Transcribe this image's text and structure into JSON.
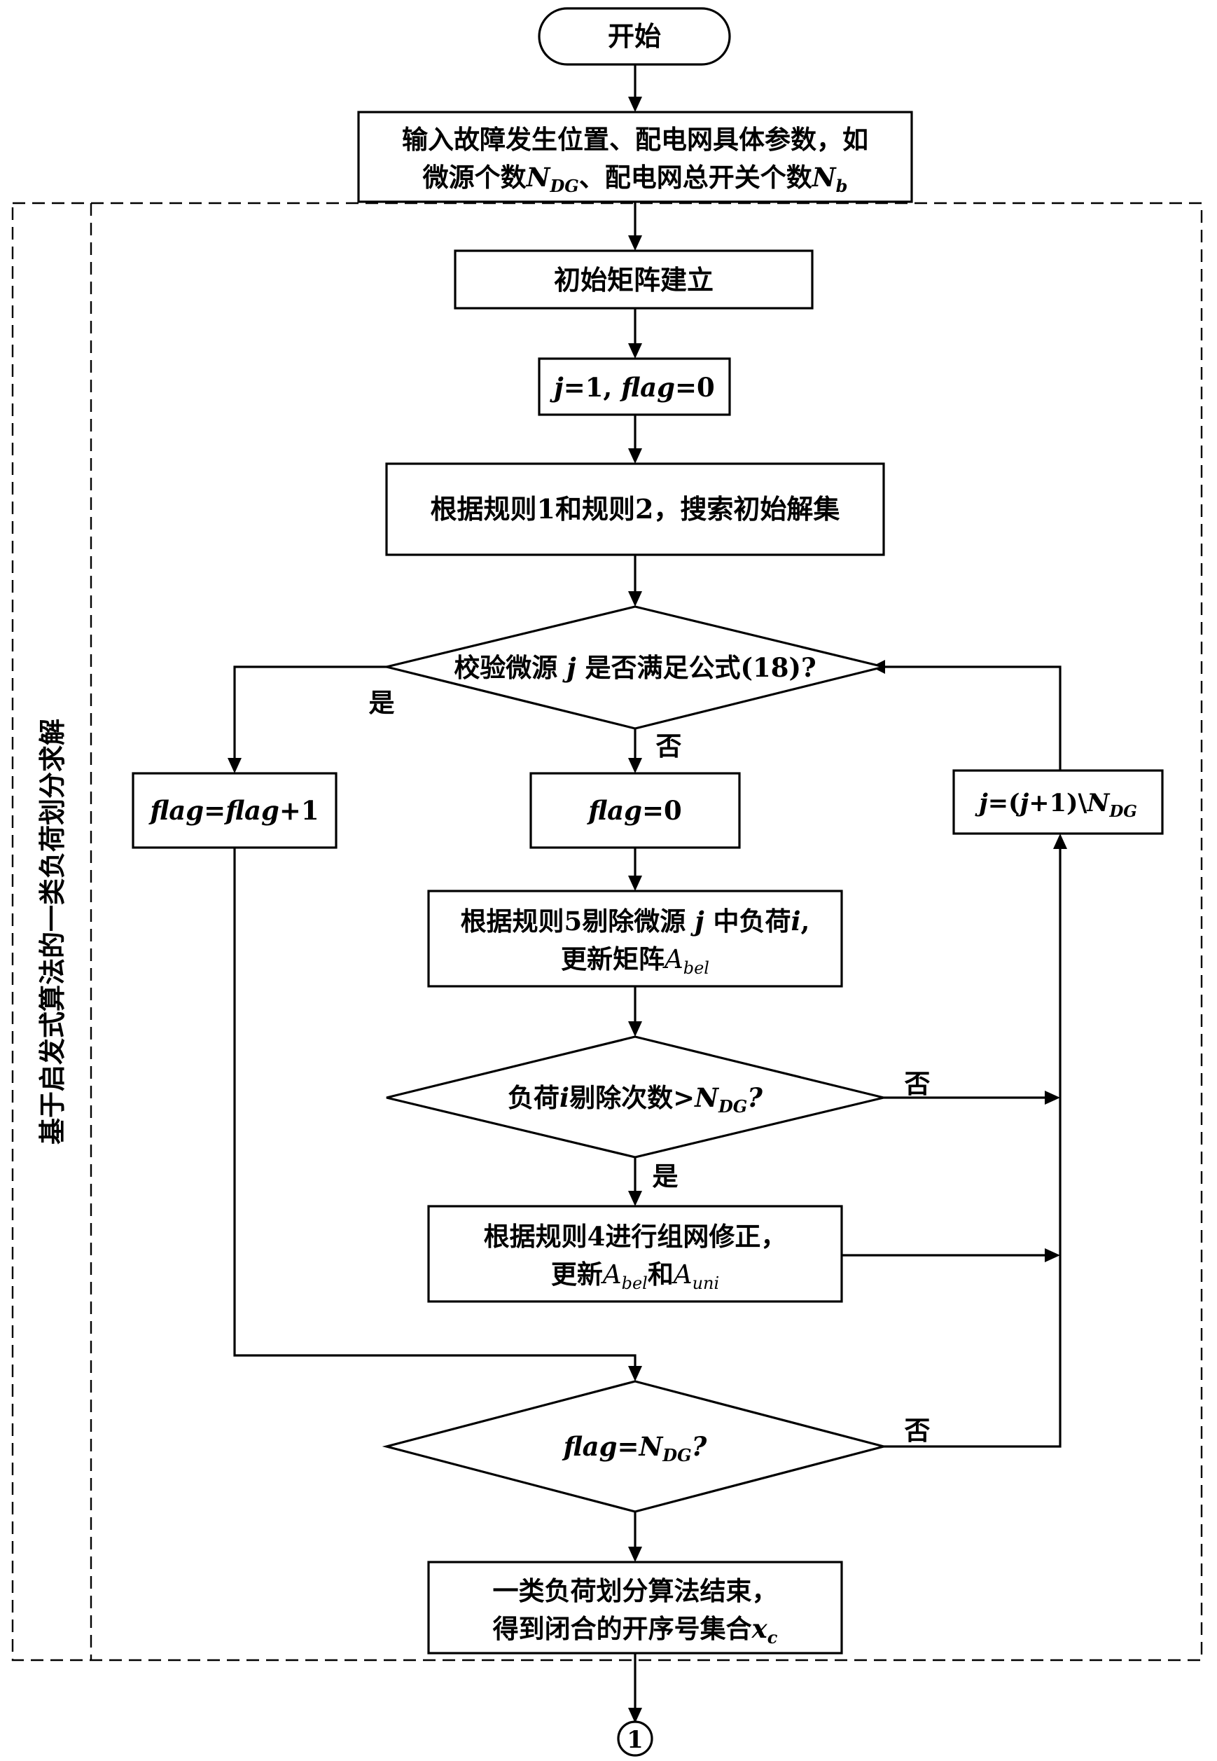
{
  "nodes": {
    "start": {
      "text": "开始"
    },
    "input": {
      "line1": "输入故障发生位置、配电网具体参数，如",
      "line2_a": "微源个数",
      "line2_b": "N",
      "line2_c": "DG",
      "line2_d": "、配电网总开关个数",
      "line2_e": "N",
      "line2_f": "b"
    },
    "init_matrix": {
      "text": "初始矩阵建立"
    },
    "init_vars": {
      "a": "j",
      "b": "=1, ",
      "c": "flag",
      "d": "=0"
    },
    "search": {
      "text": "根据规则1和规则2，搜索初始解集"
    },
    "check": {
      "a": "校验微源 ",
      "b": "j",
      "c": " 是否满足公式(18)?"
    },
    "flag_inc": {
      "a": "flag",
      "b": "=",
      "c": "flag",
      "d": "+1"
    },
    "flag_zero": {
      "a": "flag",
      "b": "=0"
    },
    "j_update": {
      "a": "j",
      "b": "=(",
      "c": "j",
      "d": "+1)\\",
      "e": "N",
      "f": "DG"
    },
    "remove": {
      "line1_a": "根据规则5剔除微源 ",
      "line1_b": "j",
      "line1_c": " 中负荷",
      "line1_d": "i",
      "line1_e": ",",
      "line2_a": "更新矩阵",
      "line2_b": "A",
      "line2_c": "bel"
    },
    "count_check": {
      "a": "负荷",
      "b": "i",
      "c": "剔除次数>",
      "d": "N",
      "e": "DG",
      "f": "?"
    },
    "rule4": {
      "line1": "根据规则4进行组网修正，",
      "line2_a": "更新",
      "line2_b": "A",
      "line2_c": "bel",
      "line2_d": "和",
      "line2_e": "A",
      "line2_f": "uni"
    },
    "flag_check": {
      "a": "flag",
      "b": "=",
      "c": "N",
      "d": "DG",
      "e": "?"
    },
    "end": {
      "line1": "一类负荷划分算法结束，",
      "line2_a": "得到闭合的开序号集合",
      "line2_b": "x",
      "line2_c": "c"
    },
    "connector": {
      "text": "1"
    }
  },
  "edge_labels": {
    "check_yes": "是",
    "check_no": "否",
    "count_no": "否",
    "count_yes": "是",
    "flag_no": "否"
  },
  "group_label": "基于启发式算法的一类负荷划分求解"
}
